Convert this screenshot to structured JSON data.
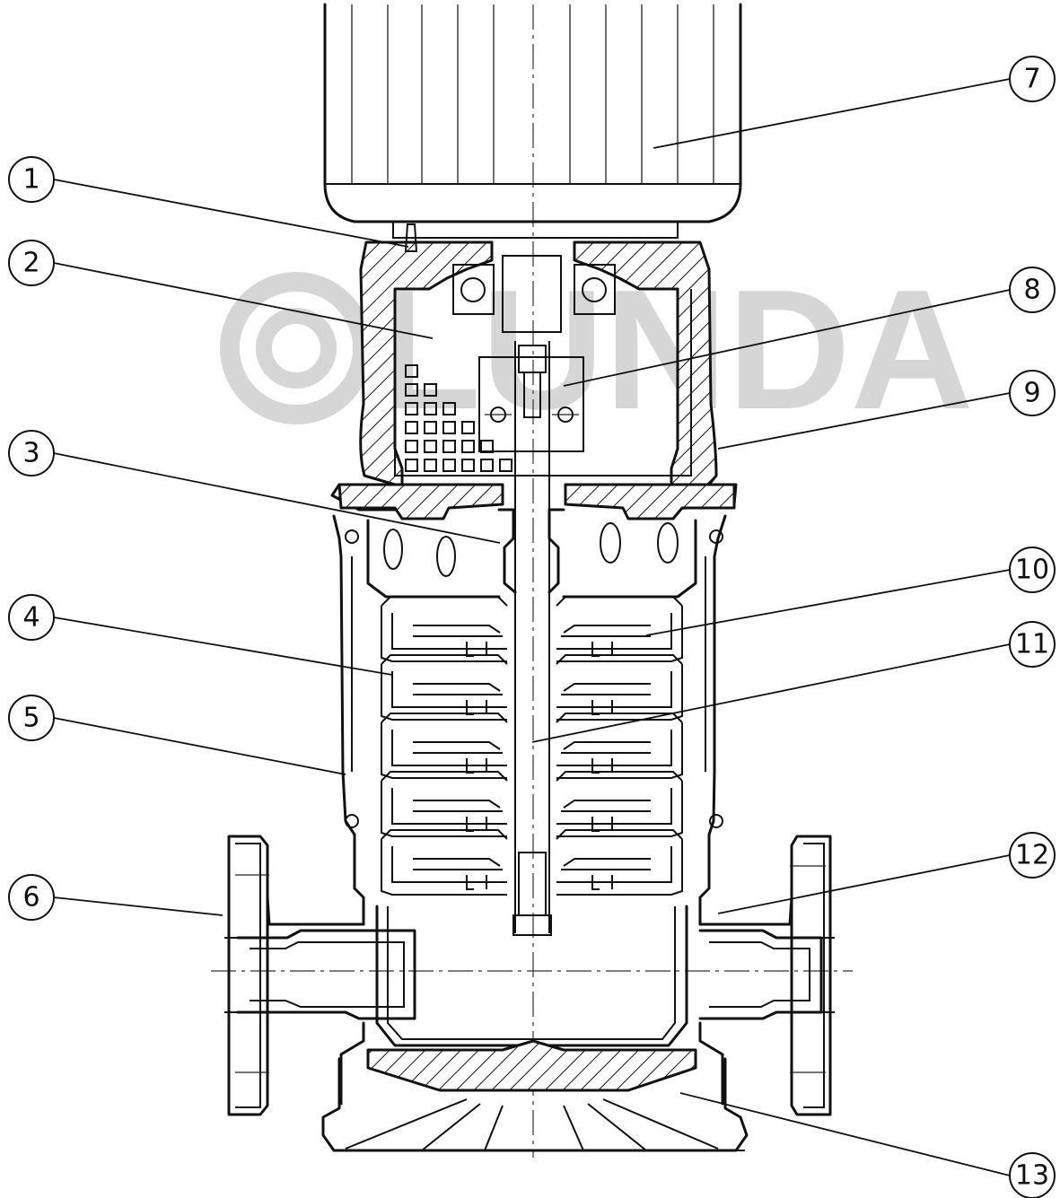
{
  "watermark": {
    "text": "LUNDA"
  },
  "callouts": [
    {
      "id": "1",
      "label": "1"
    },
    {
      "id": "2",
      "label": "2"
    },
    {
      "id": "3",
      "label": "3"
    },
    {
      "id": "4",
      "label": "4"
    },
    {
      "id": "5",
      "label": "5"
    },
    {
      "id": "6",
      "label": "6"
    },
    {
      "id": "7",
      "label": "7"
    },
    {
      "id": "8",
      "label": "8"
    },
    {
      "id": "9",
      "label": "9"
    },
    {
      "id": "10",
      "label": "10"
    },
    {
      "id": "11",
      "label": "11"
    },
    {
      "id": "12",
      "label": "12"
    },
    {
      "id": "13",
      "label": "13"
    }
  ]
}
